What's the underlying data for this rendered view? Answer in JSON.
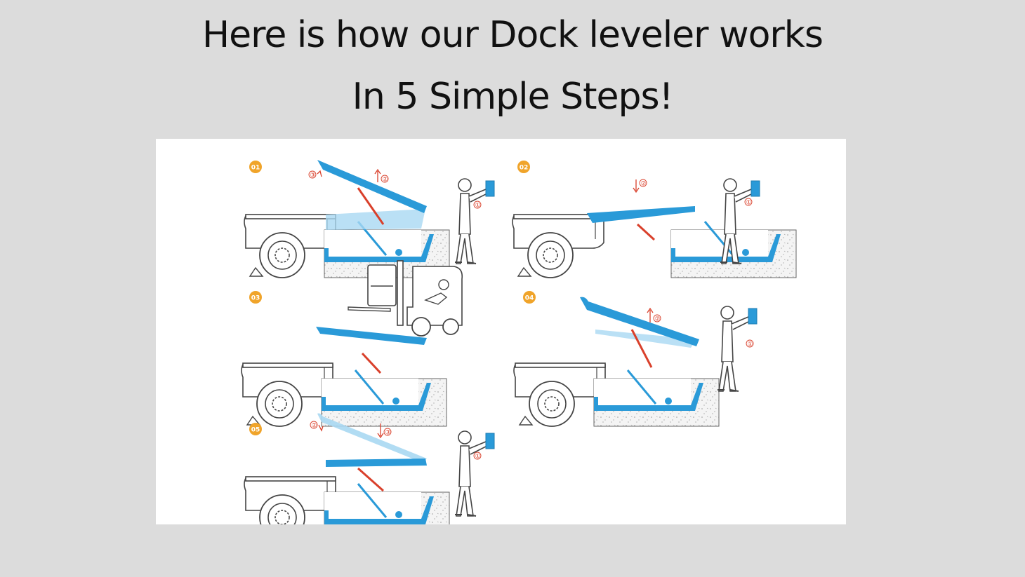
{
  "header": {
    "title_line1": "Here is how our Dock leveler works",
    "title_line2": "In 5 Simple Steps!"
  },
  "steps": [
    {
      "badge": "01",
      "marks": [
        "③",
        "②",
        "①"
      ]
    },
    {
      "badge": "02",
      "marks": [
        "②",
        "①"
      ]
    },
    {
      "badge": "03",
      "marks": []
    },
    {
      "badge": "04",
      "marks": [
        "②",
        "①"
      ]
    },
    {
      "badge": "05",
      "marks": [
        "②",
        "③",
        "①"
      ]
    }
  ],
  "colors": {
    "background": "#dcdcdc",
    "panel": "#ffffff",
    "leveler_blue": "#2a9ad8",
    "light_blue": "#a9d8f2",
    "badge_orange": "#f0a42a",
    "arrow_red": "#d9402b",
    "outline": "#444444"
  }
}
